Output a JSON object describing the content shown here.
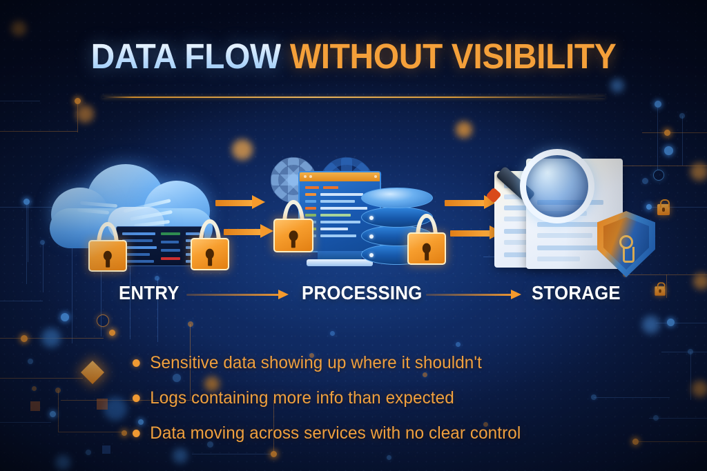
{
  "title": {
    "primary": "DATA FLOW",
    "accent": "WITHOUT VISIBILITY",
    "primary_color": "#d9ecff",
    "accent_color": "#f4a03a"
  },
  "pipeline": {
    "stages": [
      {
        "label": "ENTRY",
        "icon": "cloud-icon"
      },
      {
        "label": "PROCESSING",
        "icon": "database-icon"
      },
      {
        "label": "STORAGE",
        "icon": "document-shield-icon"
      }
    ],
    "arrow_color": "#f59a2c",
    "arrow_count_per_gap": 2
  },
  "bullets": [
    {
      "text": "Sensitive data showing up where it shouldn't"
    },
    {
      "text": "Logs containing more info than expected"
    },
    {
      "text": "Data moving across services with no clear control"
    }
  ],
  "theme": {
    "background_dark": "#050a1a",
    "background_mid": "#0d2150",
    "accent_orange": "#f09a33",
    "accent_blue": "#4d9bf0",
    "lock_color": "#f79e2e",
    "shield_color": "#2f6fc8"
  }
}
